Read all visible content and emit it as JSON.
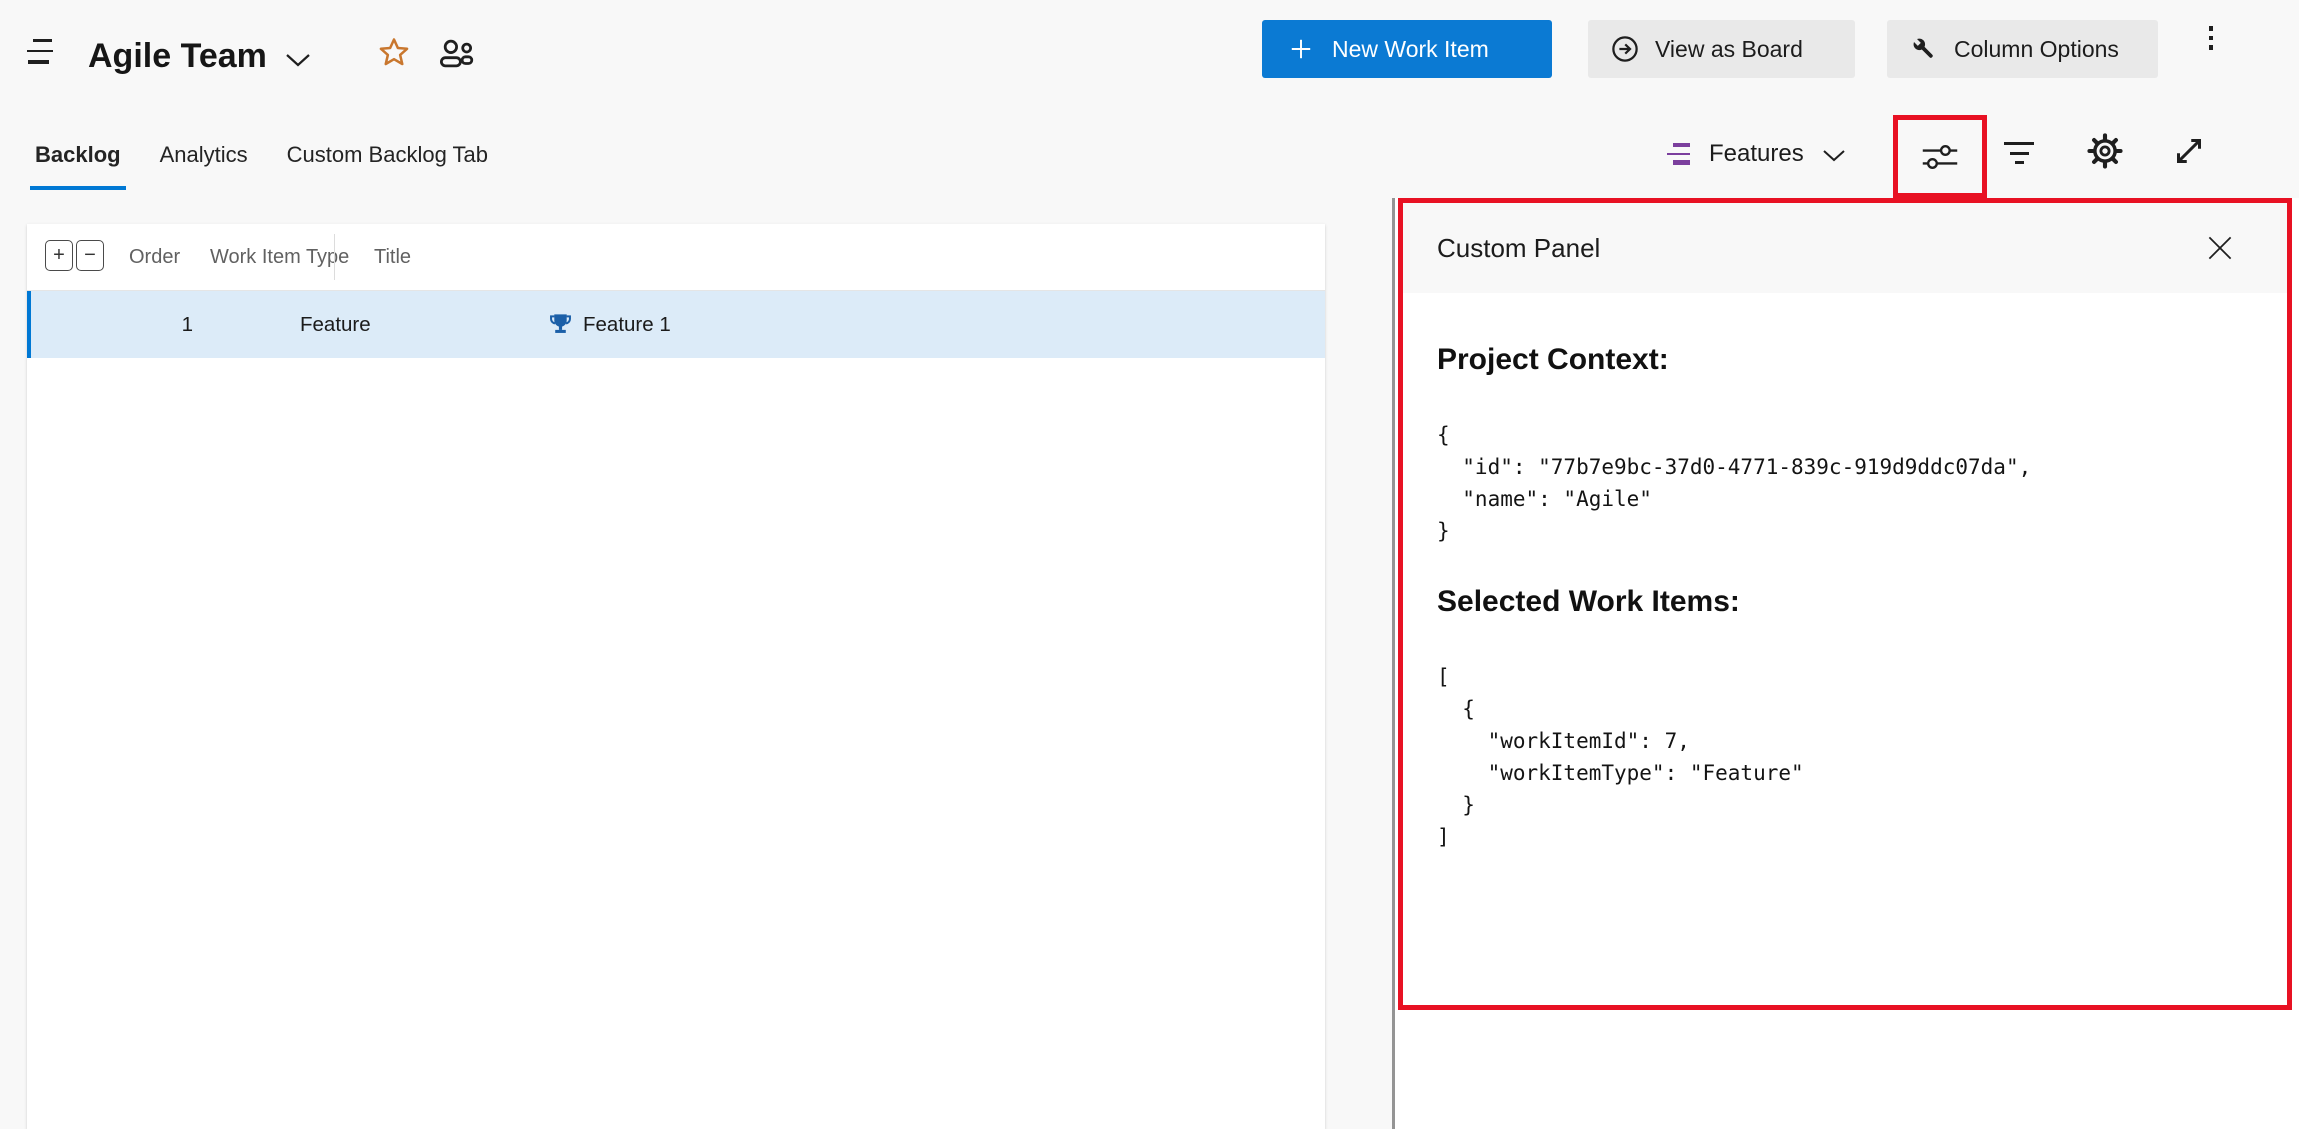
{
  "topbar": {
    "team_name": "Agile Team",
    "new_work_item_label": "New Work Item",
    "view_as_board_label": "View as Board",
    "column_options_label": "Column Options"
  },
  "tabs": [
    {
      "label": "Backlog",
      "active": true
    },
    {
      "label": "Analytics",
      "active": false
    },
    {
      "label": "Custom Backlog Tab",
      "active": false
    }
  ],
  "toolbar": {
    "backlog_level": "Features"
  },
  "grid": {
    "columns": [
      "Order",
      "Work Item Type",
      "Title"
    ],
    "expand_glyph": "+",
    "collapse_glyph": "−",
    "rows": [
      {
        "order": "1",
        "work_item_type": "Feature",
        "title": "Feature 1",
        "selected": true
      }
    ]
  },
  "panel": {
    "title": "Custom Panel",
    "sections": [
      {
        "heading": "Project Context:",
        "code": "{\n  \"id\": \"77b7e9bc-37d0-4771-839c-919d9ddc07da\",\n  \"name\": \"Agile\"\n}"
      },
      {
        "heading": "Selected Work Items:",
        "code": "[\n  {\n    \"workItemId\": 7,\n    \"workItemType\": \"Feature\"\n  }\n]"
      }
    ]
  },
  "colors": {
    "accent_blue": "#0078d4",
    "selected_row_bg": "#dcebf8",
    "annotation_red": "#e81123",
    "backlog_level_purple": "#7b3f9d",
    "feature_icon_blue": "#1b5fa8",
    "favorite_star_orange": "#c9772e"
  }
}
